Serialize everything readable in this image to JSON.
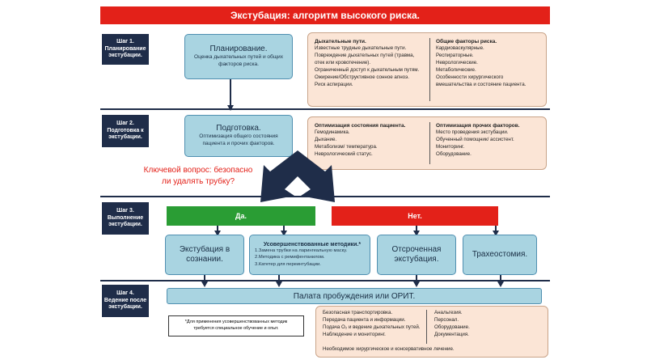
{
  "title": "Экстубация: алгоритм высокого риска.",
  "steps": [
    {
      "lines": [
        "Шаг 1.",
        "Планирование",
        "экстубации."
      ]
    },
    {
      "lines": [
        "Шаг 2.",
        "Подготовка к",
        "экстубации."
      ]
    },
    {
      "lines": [
        "Шаг 3.",
        "Выполнение",
        "экстубации."
      ]
    },
    {
      "lines": [
        "Шаг 4.",
        "Ведение после",
        "экстубации."
      ]
    }
  ],
  "planning": {
    "title": "Планирование.",
    "lines": [
      "Оценка дыхательных путей и общих",
      "факторов риска."
    ]
  },
  "preparation": {
    "title": "Подготовка.",
    "lines": [
      "Оптимизация общего состояния",
      "пациента и прочих факторов."
    ]
  },
  "risk_panel": {
    "left_head": "Дыхательные пути.",
    "left_items": [
      "Известные трудные дыхательные пути.",
      "Повреждение дыхательных путей (травма,",
      "отек или кровотечение).",
      "Ограниченный доступ к дыхательным путям.",
      "Ожирение/Обструктивное сонное апноэ.",
      "Риск аспирации."
    ],
    "right_head": "Общие факторы риска.",
    "right_items": [
      "Кардиоваскулярные.",
      "Респираторные.",
      "Неврологические.",
      "Метаболические.",
      "Особенности хирургического",
      "вмешательства и состояние пациента."
    ]
  },
  "optim_panel": {
    "left_head": "Оптимизация состояния пациента.",
    "left_items": [
      "Гемодинамика.",
      "Дыхание.",
      "Метаболизм/ температура.",
      "Неврологический статус."
    ],
    "right_head": "Оптимизация прочих факторов.",
    "right_items": [
      "Место проведения экстубации.",
      "Обученный помощник/ ассистент.",
      "Мониторинг.",
      "Оборудование."
    ]
  },
  "question": [
    "Ключевой вопрос: безопасно",
    "ли удалять трубку?"
  ],
  "yes_label": "Да.",
  "no_label": "Нет.",
  "awake": {
    "lines": [
      "Экстубация в",
      "сознании."
    ]
  },
  "advanced": {
    "title": "Усовершенствованные методики.*",
    "items": [
      "1.Замена трубки на ларингеальную маску.",
      "2.Методика с ремифентанилом.",
      "3.Катетер для переинтубации."
    ]
  },
  "delayed": {
    "lines": [
      "Отсроченная",
      "экстубация."
    ]
  },
  "trach": {
    "label": "Трахеостомия."
  },
  "recovery": "Палата пробуждения или ОРИТ.",
  "footnote": [
    "*Для применения усовершенствованных методик",
    "требуется специальное обучение и опыт."
  ],
  "post_panel": {
    "left_items": [
      "Безопасная транспортировка.",
      "Передача пациента и информации.",
      "Подача O₂ и ведение дыхательных путей.",
      "Наблюдение и мониторинг."
    ],
    "right_items": [
      "Анальгезия.",
      "Персонал.",
      "Оборудование.",
      "Документация."
    ],
    "bottom": "Необходимое хирургическое и консервативное лечение."
  },
  "colors": {
    "red": "#e32119",
    "navy": "#1f2d49",
    "blue": "#a9d4e1",
    "peach": "#fbe5d6",
    "green": "#2a9d34"
  }
}
